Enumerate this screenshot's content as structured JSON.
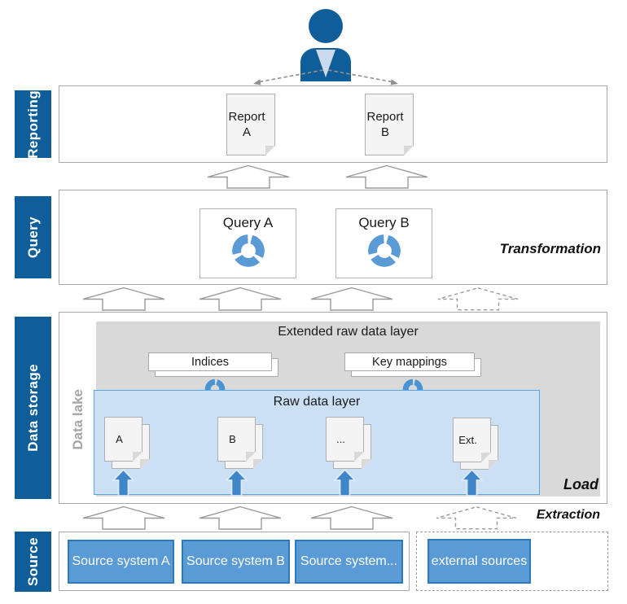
{
  "colors": {
    "dark_blue": "#0f5e99",
    "mid_blue": "#5b9bd5",
    "light_blue_fill": "#cce0f5",
    "arrow_blue": "#3e86c8",
    "gray_layer": "#d9d9d9",
    "band_border": "#a9a9a9",
    "gray_text": "#a6a6a6"
  },
  "side_labels": {
    "reporting": "Reporting",
    "query": "Query",
    "data_storage": "Data storage",
    "source": "Source"
  },
  "reporting": {
    "report_a": "Report A",
    "report_b": "Report B"
  },
  "query": {
    "box_a": "Query A",
    "box_b": "Query B",
    "transformation": "Transformation"
  },
  "data_storage": {
    "data_lake": "Data lake",
    "extended_layer": "Extended raw data layer",
    "indices": "Indices",
    "key_mappings": "Key mappings",
    "raw_layer": "Raw data layer",
    "docs": [
      "A",
      "B",
      "...",
      "Ext."
    ],
    "load": "Load"
  },
  "extraction": "Extraction",
  "source": {
    "system_a": "Source system A",
    "system_b": "Source system B",
    "system_c": "Source system...",
    "external": "external sources"
  }
}
